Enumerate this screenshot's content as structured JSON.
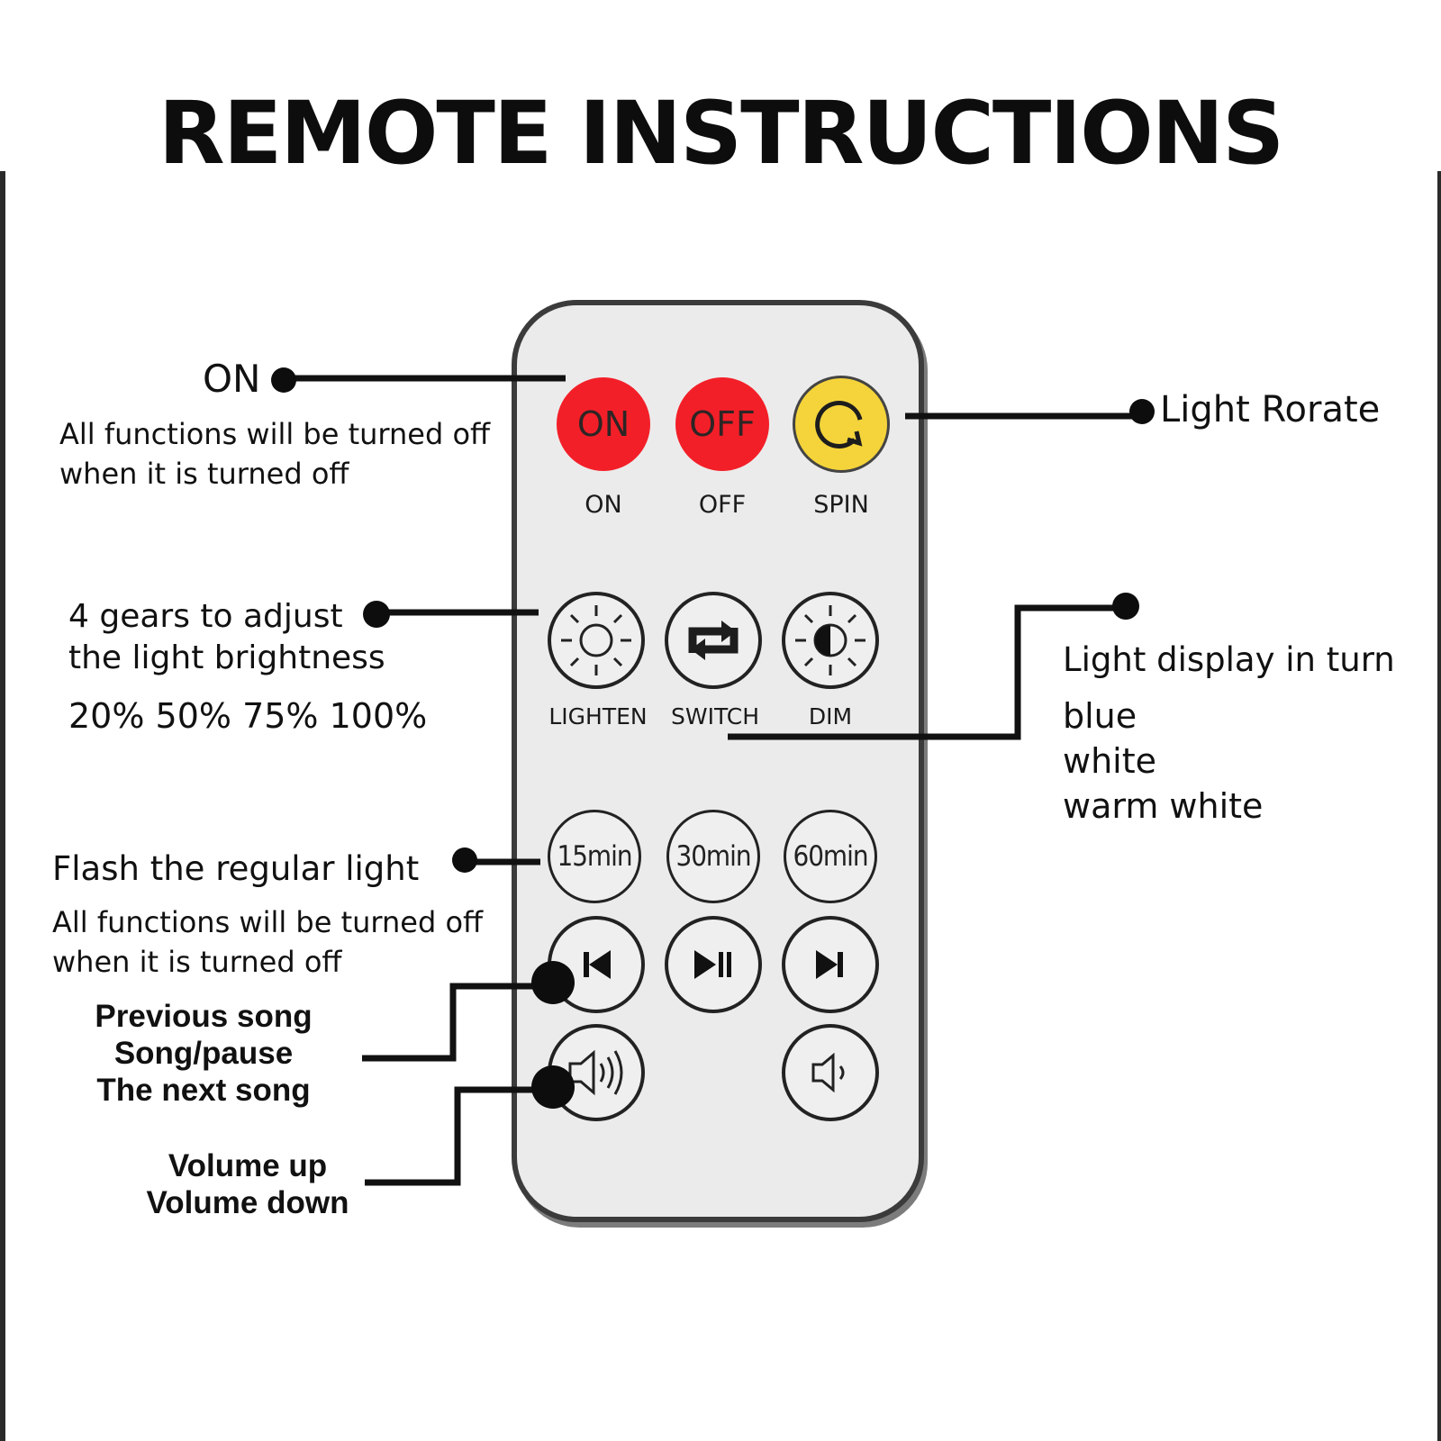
{
  "title": "REMOTE INSTRUCTIONS",
  "remote": {
    "buttons": {
      "on": {
        "text": "ON",
        "label": "ON",
        "color": "#f31f28"
      },
      "off": {
        "text": "OFF",
        "label": "OFF",
        "color": "#f31f28"
      },
      "spin": {
        "icon": "rotate-icon",
        "label": "SPIN",
        "color": "#f4d43a"
      },
      "lighten": {
        "icon": "sun-bright-icon",
        "label": "LIGHTEN"
      },
      "switch": {
        "icon": "repeat-icon",
        "label": "SWITCH"
      },
      "dim": {
        "icon": "sun-dim-icon",
        "label": "DIM"
      },
      "t15": {
        "text": "15min"
      },
      "t30": {
        "text": "30min"
      },
      "t60": {
        "text": "60min"
      },
      "prev": {
        "icon": "previous-icon"
      },
      "playpause": {
        "icon": "play-pause-icon"
      },
      "next": {
        "icon": "next-icon"
      },
      "volup": {
        "icon": "volume-up-icon"
      },
      "voldown": {
        "icon": "volume-down-icon"
      }
    }
  },
  "annotations": {
    "on_title": "ON",
    "on_desc_1": "All functions will be turned off",
    "on_desc_2": "when it is turned off",
    "brightness_1": "4 gears to adjust",
    "brightness_2": "the light brightness",
    "brightness_3": "20% 50% 75% 100%",
    "flash_title": "Flash the regular light",
    "flash_desc_1": "All functions will be turned off",
    "flash_desc_2": "when it is turned off",
    "songs_1": "Previous song",
    "songs_2": "Song/pause",
    "songs_3": "The next song",
    "volume_1": "Volume up",
    "volume_2": "Volume down",
    "rotate": "Light Rorate",
    "display_title": "Light display in turn",
    "display_1": "blue",
    "display_2": "white",
    "display_3": "warm white"
  }
}
